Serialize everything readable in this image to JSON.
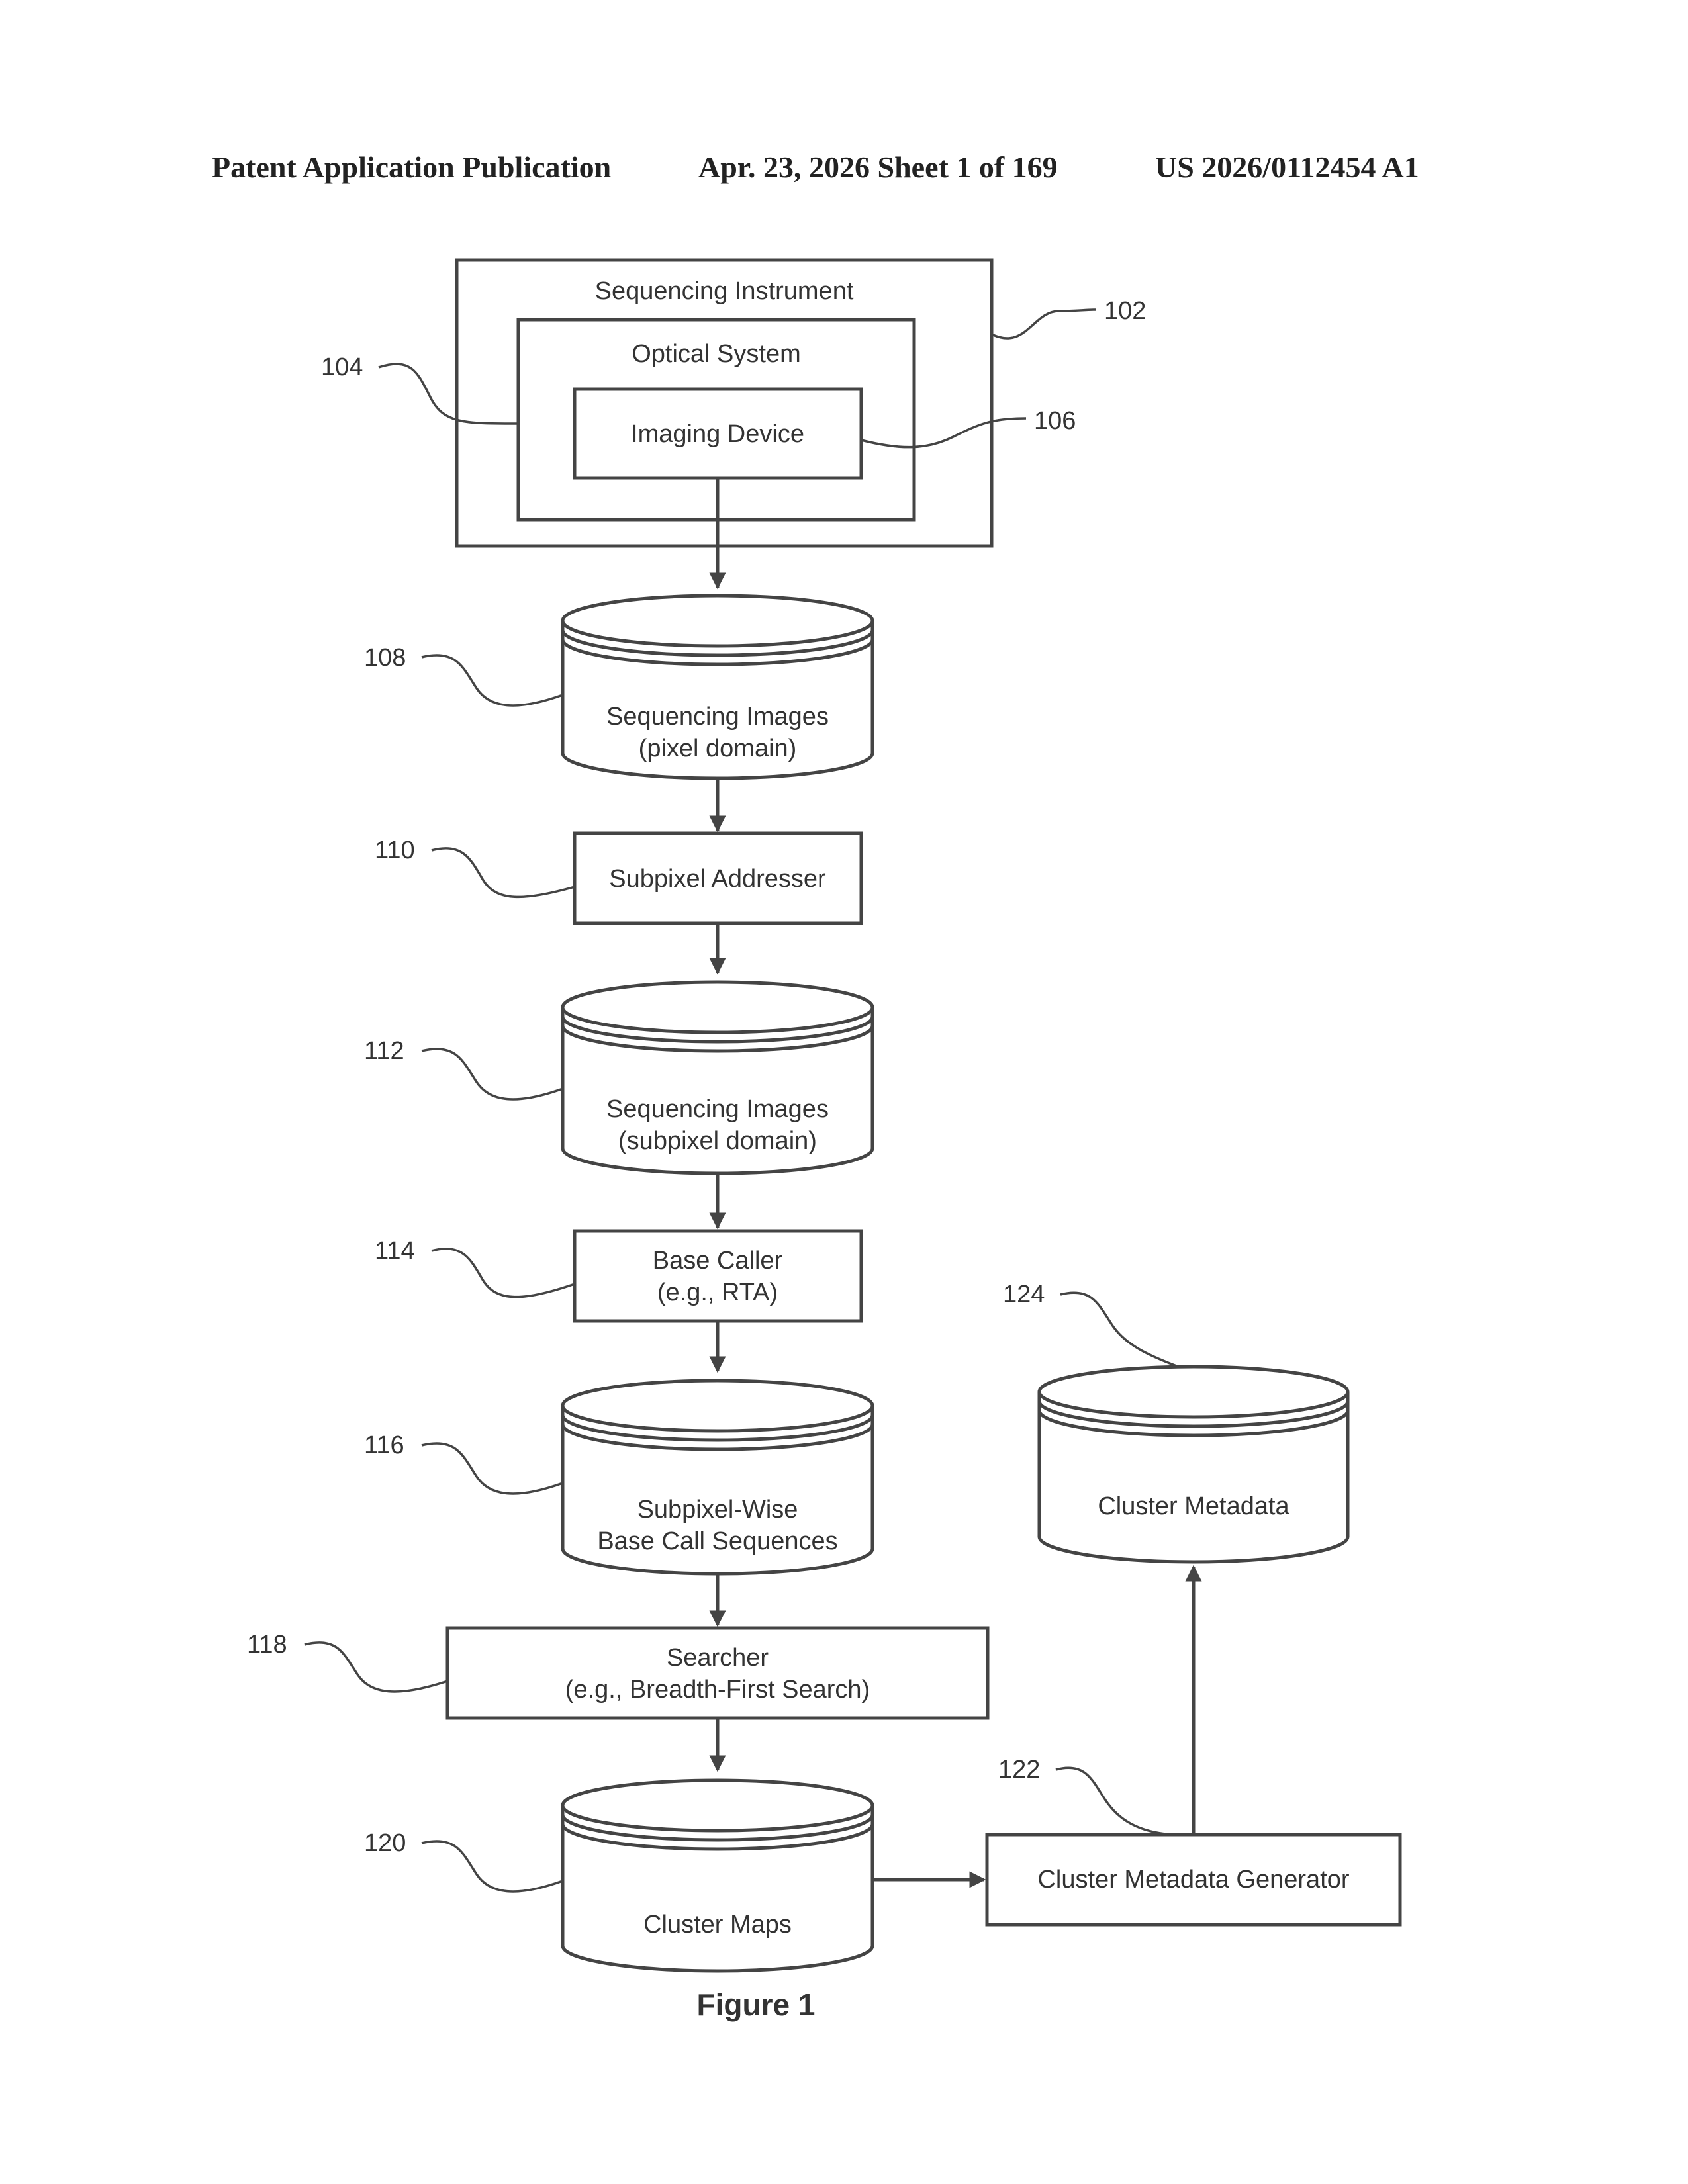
{
  "header": {
    "publication": "Patent Application Publication",
    "date_sheet": "Apr. 23, 2026  Sheet 1 of 169",
    "number": "US 2026/0112454 A1"
  },
  "nodes": {
    "instrument": {
      "ref": "102",
      "label": "Sequencing Instrument"
    },
    "optical": {
      "ref": "104",
      "label": "Optical System"
    },
    "imaging": {
      "ref": "106",
      "label": "Imaging Device"
    },
    "seq_pixel": {
      "ref": "108",
      "line1": "Sequencing Images",
      "line2": "(pixel domain)"
    },
    "addresser": {
      "ref": "110",
      "label": "Subpixel Addresser"
    },
    "seq_subpixel": {
      "ref": "112",
      "line1": "Sequencing Images",
      "line2": "(subpixel domain)"
    },
    "base_caller": {
      "ref": "114",
      "line1": "Base Caller",
      "line2": "(e.g., RTA)"
    },
    "base_calls": {
      "ref": "116",
      "line1": "Subpixel-Wise",
      "line2": "Base Call Sequences"
    },
    "searcher": {
      "ref": "118",
      "line1": "Searcher",
      "line2": "(e.g., Breadth-First Search)"
    },
    "cluster_maps": {
      "ref": "120",
      "label": "Cluster Maps"
    },
    "metadata_gen": {
      "ref": "122",
      "label": "Cluster Metadata Generator"
    },
    "metadata": {
      "ref": "124",
      "label": "Cluster Metadata"
    }
  },
  "caption": "Figure 1"
}
